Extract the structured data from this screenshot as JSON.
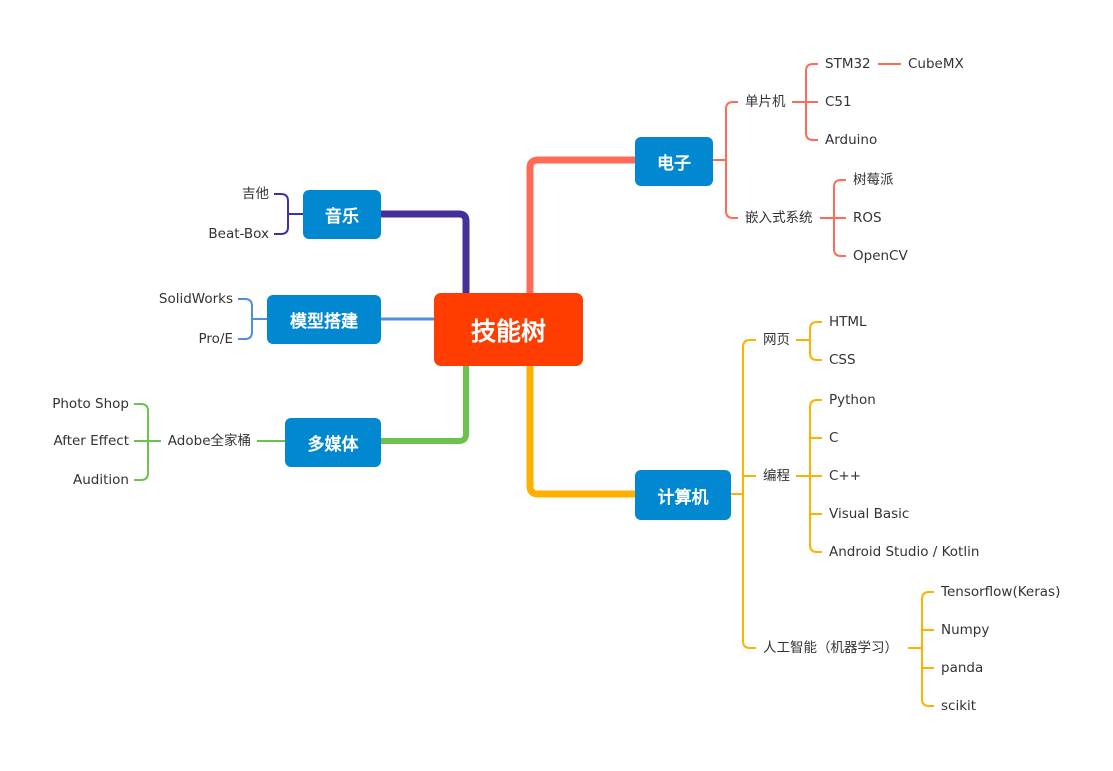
{
  "root": {
    "label": "技能树",
    "color": "#ff3d00"
  },
  "branches": {
    "electronics": {
      "label": "电子",
      "color": "#ff6b57",
      "groups": [
        {
          "label": "单片机",
          "children": [
            "STM32",
            "C51",
            "Arduino"
          ],
          "sub": {
            "STM32": "CubeMX"
          }
        },
        {
          "label": "嵌入式系统",
          "children": [
            "树莓派",
            "ROS",
            "OpenCV"
          ]
        }
      ]
    },
    "computer": {
      "label": "计算机",
      "color": "#ffb000",
      "groups": [
        {
          "label": "网页",
          "children": [
            "HTML",
            "CSS"
          ]
        },
        {
          "label": "编程",
          "children": [
            "Python",
            "C",
            "C++",
            "Visual Basic",
            "Android Studio / Kotlin"
          ]
        },
        {
          "label": "人工智能（机器学习）",
          "children": [
            "Tensorflow(Keras)",
            "Numpy",
            "panda",
            "scikit"
          ]
        }
      ]
    },
    "music": {
      "label": "音乐",
      "color": "#45309b",
      "children": [
        "吉他",
        "Beat-Box"
      ]
    },
    "modeling": {
      "label": "模型搭建",
      "color": "#4f8fdb",
      "children": [
        "SolidWorks",
        "Pro/E"
      ]
    },
    "multimedia": {
      "label": "多媒体",
      "color": "#6cc24a",
      "group": {
        "label": "Adobe全家桶",
        "children": [
          "Photo Shop",
          "After Effect",
          "Audition"
        ]
      }
    }
  },
  "main_node_color": "#0288d1"
}
